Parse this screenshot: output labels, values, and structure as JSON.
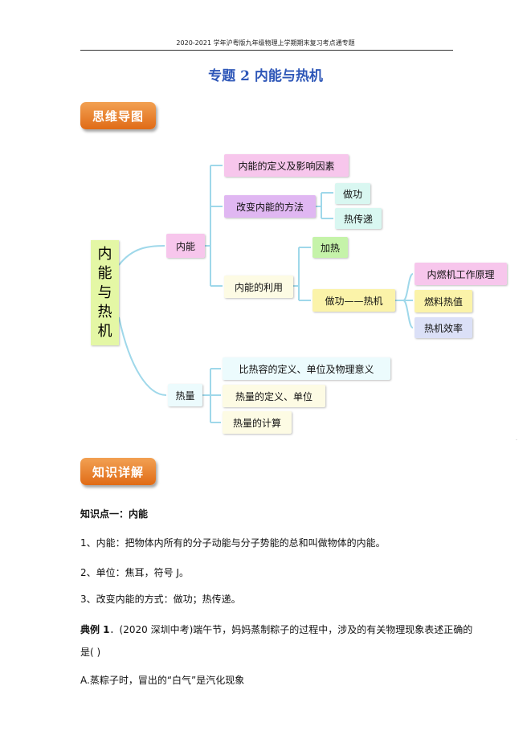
{
  "header": {
    "text": "2020-2021 学年沪粤版九年级物理上学期期末复习考点通专题"
  },
  "title": "专题 2  内能与热机",
  "banners": {
    "mindmap": "思维导图",
    "knowledge": "知识详解"
  },
  "mindmap": {
    "root_chars": [
      "内",
      "能",
      "与",
      "热",
      "机"
    ],
    "neineng": "内能",
    "dingyi": "内能的定义及影响因素",
    "gaibian": "改变内能的方法",
    "zuogong": "做功",
    "rechuandi": "热传递",
    "liyong": "内能的利用",
    "jiare": "加热",
    "zuogong_reji": "做功——热机",
    "yuanli": "内燃机工作原理",
    "ranliao": "燃料热值",
    "xiaolv": "热机效率",
    "reliang": "热量",
    "birongre": "比热容的定义、单位及物理意义",
    "reliang_dingyi": "热量的定义、单位",
    "jisuan": "热量的计算",
    "colors": {
      "line": "#9fd8ea"
    }
  },
  "knowledge": {
    "point1_title": "知识点一：内能",
    "item1": "1、内能：把物体内所有的分子动能与分子势能的总和叫做物体的内能。",
    "item2": "2、单位：焦耳，符号 J。",
    "item3": "3、改变内能的方式：做功；热传递。",
    "example_label": "典例 1",
    "example_text": "．(2020 深圳中考)端午节，妈妈蒸制粽子的过程中，涉及的有关物理现象表述正确的",
    "example_text2": "是(      )",
    "option_a": "A.蒸粽子时，冒出的“白气”是汽化现象"
  }
}
